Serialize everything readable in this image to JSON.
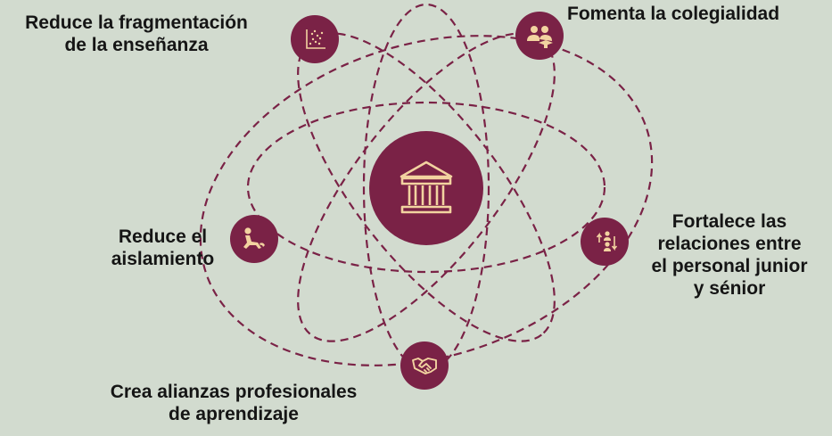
{
  "colors": {
    "background": "#d2dbcf",
    "accent": "#7a2246",
    "icon": "#f2d3a0"
  },
  "center": {
    "icon": "institution-building-icon"
  },
  "nodes": [
    {
      "id": "fragmentation",
      "icon": "scatter-chart-icon",
      "lines": [
        "Reduce la fragmentación",
        "de la enseñanza"
      ]
    },
    {
      "id": "collegiality",
      "icon": "people-group-icon",
      "lines": [
        "Fomenta la colegialidad"
      ]
    },
    {
      "id": "isolation",
      "icon": "person-sitting-icon",
      "lines": [
        "Reduce el",
        "aislamiento"
      ]
    },
    {
      "id": "junior-senior",
      "icon": "people-exchange-icon",
      "lines": [
        "Fortalece las",
        "relaciones entre",
        "el personal junior",
        "y sénior"
      ]
    },
    {
      "id": "alliances",
      "icon": "handshake-icon",
      "lines": [
        "Crea alianzas profesionales",
        "de aprendizaje"
      ]
    }
  ]
}
